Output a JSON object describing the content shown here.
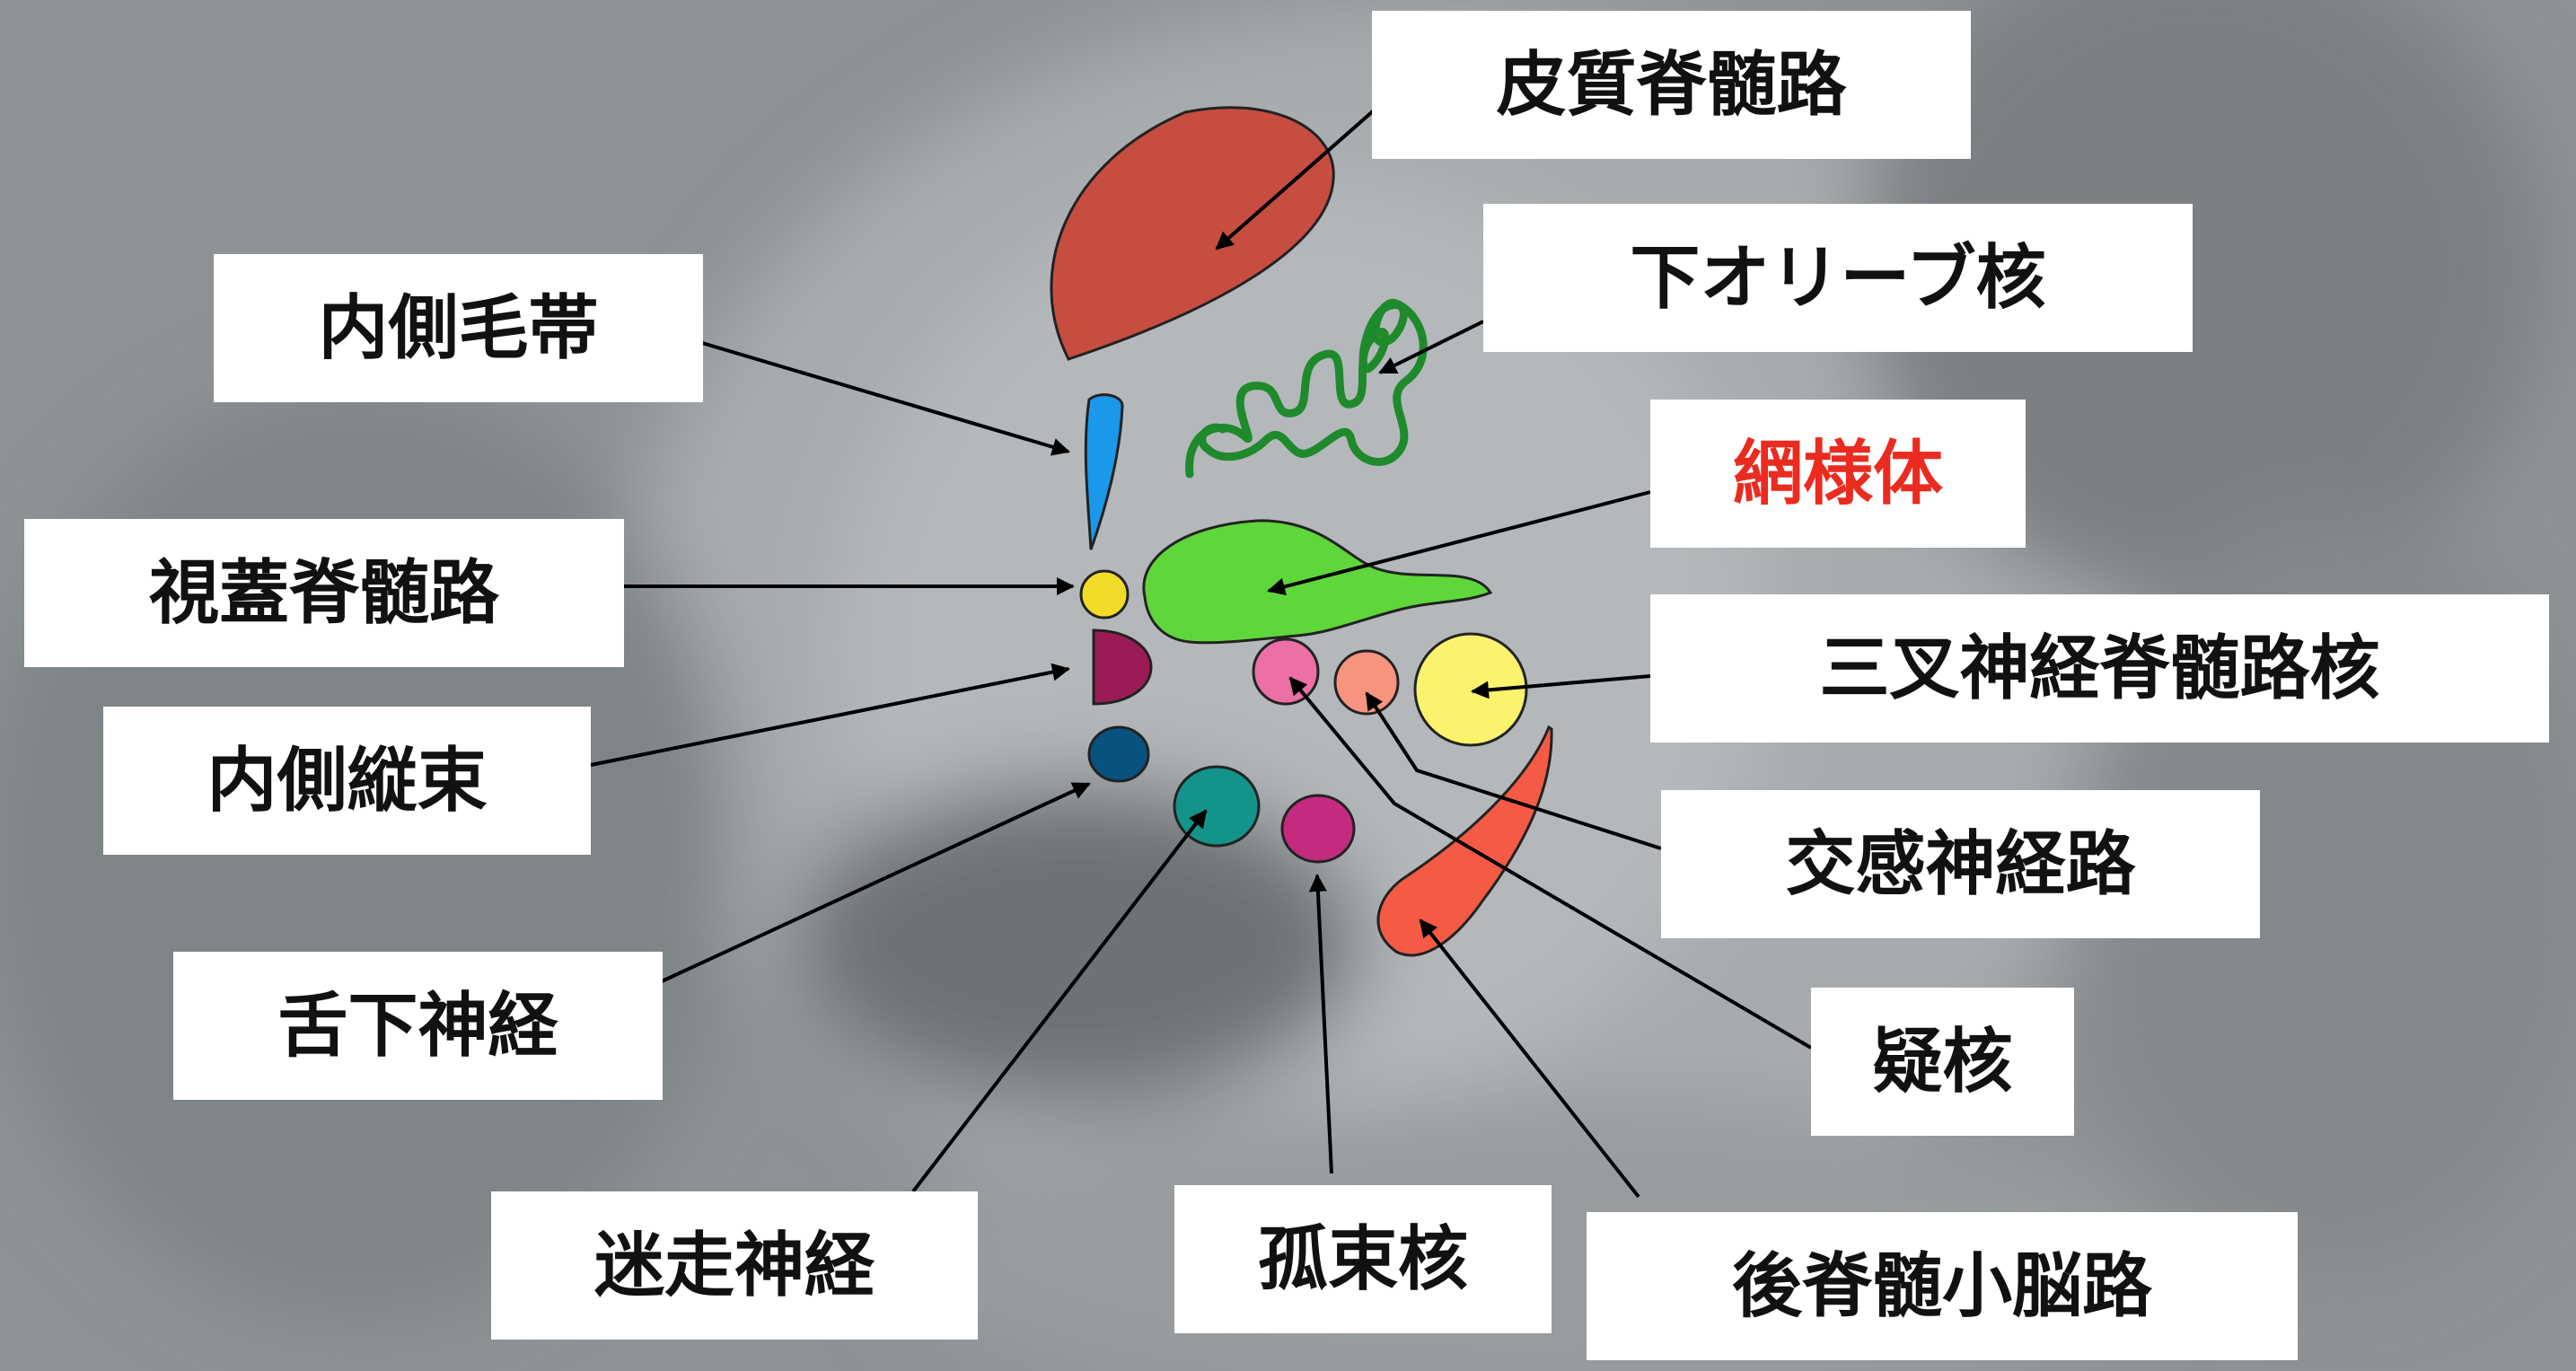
{
  "labels": {
    "corticospinal": "皮質脊髄路",
    "inferior_olive": "下オリーブ核",
    "medial_lemniscus": "内側毛帯",
    "reticular": "網様体",
    "tectospinal": "視蓋脊髄路",
    "spinal_trigeminal": "三叉神経脊髄路核",
    "mlf": "内側縦束",
    "sympathetic": "交感神経路",
    "hypoglossal": "舌下神経",
    "ambiguus": "疑核",
    "vagus": "迷走神経",
    "solitary": "孤束核",
    "dorsal_spinocerebellar": "後脊髄小脳路"
  },
  "colors": {
    "label_text": "#111111",
    "highlight_text": "#ea2b1f",
    "corticospinal": "#c84d41",
    "inferior_olive": "#1f8a2c",
    "medial_lemniscus": "#1a98ea",
    "reticular": "#5fd63a",
    "tectospinal": "#f0dc27",
    "mlf": "#9b1b56",
    "hypoglossal": "#08527f",
    "vagus": "#14938a",
    "solitary": "#c42b7f",
    "sympathetic_a": "#ec6fa6",
    "sympathetic_b": "#f69480",
    "spinal_trigeminal": "#fbf36d",
    "dorsal_spinocerebellar": "#f55a45"
  }
}
